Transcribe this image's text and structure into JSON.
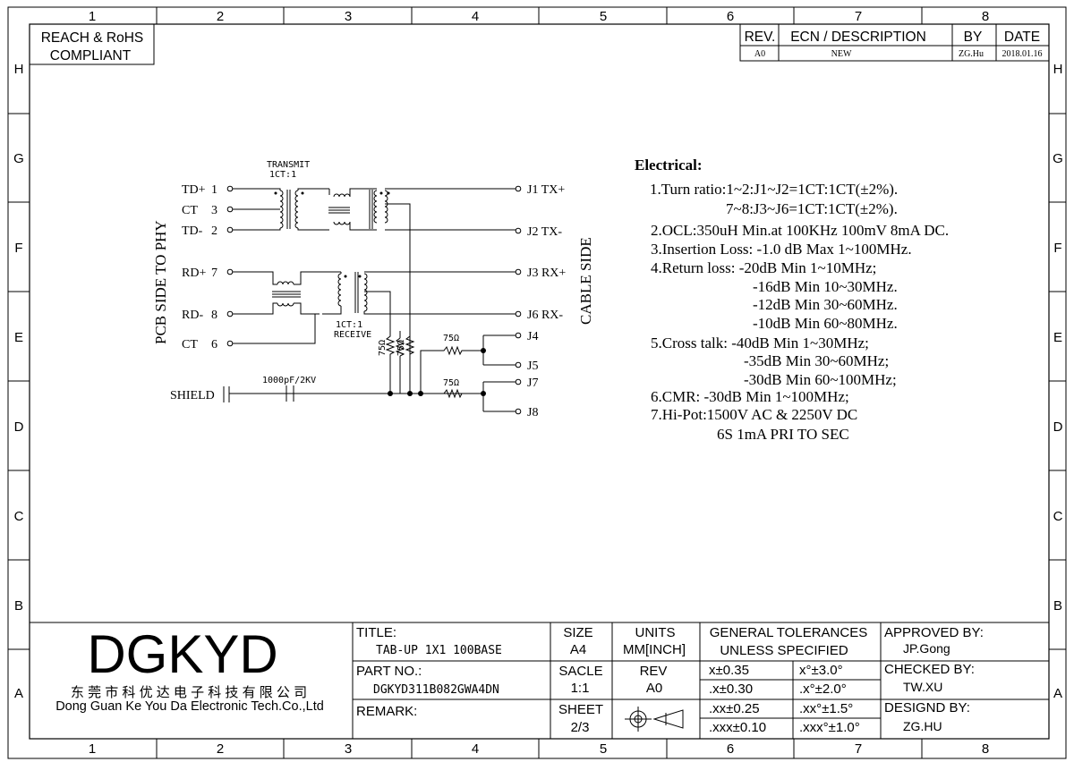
{
  "frame": {
    "columns": [
      "1",
      "2",
      "3",
      "4",
      "5",
      "6",
      "7",
      "8"
    ],
    "rows": [
      "H",
      "G",
      "F",
      "E",
      "D",
      "C",
      "B",
      "A"
    ]
  },
  "compliance": {
    "line1": "REACH & RoHS",
    "line2": "COMPLIANT"
  },
  "revision_table": {
    "headers": [
      "REV.",
      "ECN / DESCRIPTION",
      "BY",
      "DATE"
    ],
    "rows": [
      [
        "A0",
        "NEW",
        "ZG.Hu",
        "2018.01.16"
      ]
    ]
  },
  "schematic": {
    "transmit_label": "TRANSMIT",
    "transmit_ratio": "1CT:1",
    "receive_ratio": "1CT:1",
    "receive_label": "RECEIVE",
    "pcb_side": "PCB SIDE TO PHY",
    "cable_side": "CABLE SIDE",
    "left_pins": [
      {
        "name": "TD+",
        "num": "1"
      },
      {
        "name": "CT",
        "num": "3"
      },
      {
        "name": "TD-",
        "num": "2"
      },
      {
        "name": "RD+",
        "num": "7"
      },
      {
        "name": "RD-",
        "num": "8"
      },
      {
        "name": "CT",
        "num": "6"
      }
    ],
    "right_pins": [
      "J1 TX+",
      "J2 TX-",
      "J3 RX+",
      "J6 RX-",
      "J4",
      "J5",
      "J7",
      "J8"
    ],
    "shield_label": "SHIELD",
    "cap_label": "1000pF/2KV",
    "res_75": "75Ω"
  },
  "electrical": {
    "title": "Electrical:",
    "lines": [
      "1.Turn ratio:1~2:J1~J2=1CT:1CT(±2%).",
      "7~8:J3~J6=1CT:1CT(±2%).",
      "2.OCL:350uH Min.at 100KHz 100mV 8mA DC.",
      "3.Insertion Loss: -1.0 dB Max 1~100MHz.",
      "4.Return loss: -20dB Min 1~10MHz;",
      "-16dB Min 10~30MHz.",
      "-12dB Min 30~60MHz.",
      "-10dB Min 60~80MHz.",
      "5.Cross talk: -40dB Min 1~30MHz;",
      "-35dB Min 30~60MHz;",
      "-30dB Min 60~100MHz;",
      "6.CMR: -30dB Min 1~100MHz;",
      "7.Hi-Pot:1500V AC & 2250V DC",
      "6S 1mA PRI TO SEC"
    ]
  },
  "title_block": {
    "logo": "DGKYD",
    "company_cn": "东 莞 市 科 优 达 电 子 科 技 有 限 公 司",
    "company_en": "Dong Guan Ke You Da Electronic Tech.Co.,Ltd",
    "title_label": "TITLE:",
    "title_value": "TAB-UP 1X1 100BASE",
    "part_label": "PART NO.:",
    "part_value": "DGKYD311B082GWA4DN",
    "remark_label": "REMARK:",
    "size_label": "SIZE",
    "size_value": "A4",
    "units_label": "UNITS",
    "units_value": "MM[INCH]",
    "scale_label": "SACLE",
    "scale_value": "1:1",
    "rev_label": "REV",
    "rev_value": "A0",
    "sheet_label": "SHEET",
    "sheet_value": "2/3",
    "tol_header1": "GENERAL TOLERANCES",
    "tol_header2": "UNLESS SPECIFIED",
    "tolerances": [
      [
        "x±0.35",
        "x°±3.0°"
      ],
      [
        ".x±0.30",
        ".x°±2.0°"
      ],
      [
        ".xx±0.25",
        ".xx°±1.5°"
      ],
      [
        ".xxx±0.10",
        ".xxx°±1.0°"
      ]
    ],
    "approved_label": "APPROVED BY:",
    "approved_value": "JP.Gong",
    "checked_label": "CHECKED BY:",
    "checked_value": "TW.XU",
    "designed_label": "DESIGND BY:",
    "designed_value": "ZG.HU"
  }
}
